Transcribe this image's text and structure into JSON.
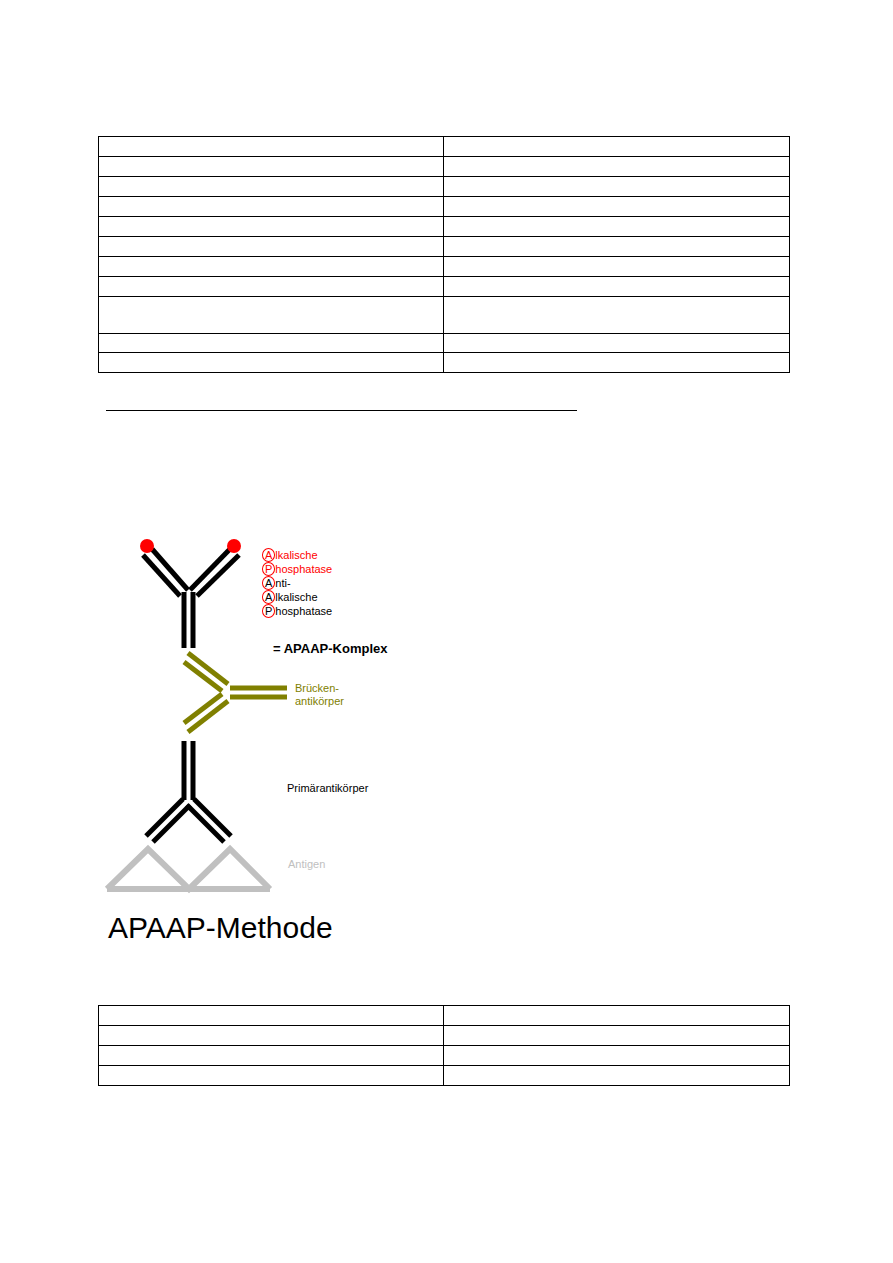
{
  "diagram": {
    "caption": "APAAP-Methode",
    "labels": [
      "Alkalische",
      "Phosphatase",
      "Anti-",
      "Alkalische",
      "Phosphatase",
      "= APAAP-Komplex",
      "Brücken- antikörper",
      "Primärantikörper",
      "Antigen"
    ]
  }
}
